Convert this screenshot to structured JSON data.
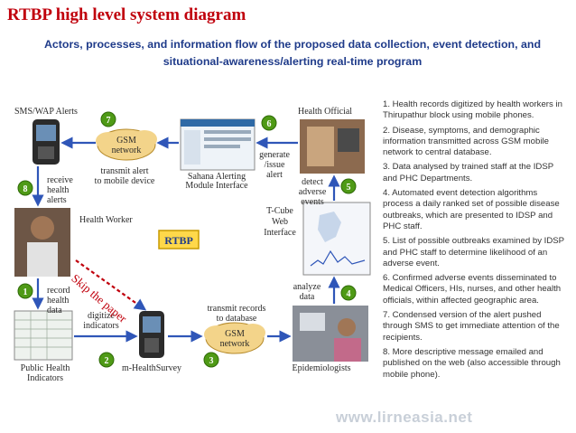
{
  "title": "RTBP high level system diagram",
  "subtitle": "Actors, processes, and information flow of the proposed data collection, event detection, and situational-awareness/alerting real-time program",
  "diagram": {
    "nodes": {
      "sms_alerts": "SMS/WAP Alerts",
      "health_official": "Health Official",
      "health_worker": "Health Worker",
      "public_health": "Public Health",
      "indicators": "Indicators",
      "mhealth": "m-HealthSurvey",
      "epidemiologists": "Epidemiologists",
      "sahana_1": "Sahana Alerting",
      "sahana_2": "Module Interface",
      "tcube_1": "T-Cube",
      "tcube_2": "Web",
      "tcube_3": "Interface",
      "rtbp": "RTBP",
      "gsm_top_1": "GSM",
      "gsm_top_2": "network",
      "gsm_bottom_1": "GSM",
      "gsm_bottom_2": "network"
    },
    "flows": {
      "transmit_alert_1": "transmit alert",
      "transmit_alert_2": "to mobile device",
      "generate_1": "generate",
      "generate_2": "/issue",
      "generate_3": "alert",
      "receive_1": "receive",
      "receive_2": "health",
      "receive_3": "alerts",
      "detect_1": "detect",
      "detect_2": "adverse",
      "detect_3": "events",
      "record_1": "record",
      "record_2": "health",
      "record_3": "data",
      "analyze_1": "analyze",
      "analyze_2": "data",
      "digitize_1": "digitize",
      "digitize_2": "indicators",
      "transmit_records_1": "transmit records",
      "transmit_records_2": "to database"
    },
    "step_badges": [
      "1",
      "2",
      "3",
      "4",
      "5",
      "6",
      "7",
      "8"
    ],
    "annotation": "Skip the paper"
  },
  "steps": [
    "1. Health records digitized by health workers in Thirupathur block using mobile phones.",
    "2. Disease, symptoms, and demographic information transmitted across GSM mobile network to central database.",
    "3. Data analysed by trained staff at the IDSP and PHC Departments.",
    "4. Automated event detection algorithms process a daily ranked set of possible disease outbreaks, which are presented to IDSP and PHC staff.",
    "5. List of possible outbreaks examined by IDSP and PHC staff to determine likelihood of an adverse event.",
    "6. Confirmed adverse events disseminated to  Medical Officers, HIs, nurses, and other health  officials, within affected geographic area.",
    "7. Condensed version of the alert pushed through SMS to get immediate attention of the recipients.",
    "8. More descriptive message emailed and published on the web (also accessible through mobile phone)."
  ],
  "footer": "www.lirneasia.net",
  "colors": {
    "title": "#c0000c",
    "subtitle": "#1f3b8a",
    "badge": "#4f9a16",
    "arrow": "#2f56b8",
    "cloud": "#f3d48a"
  }
}
